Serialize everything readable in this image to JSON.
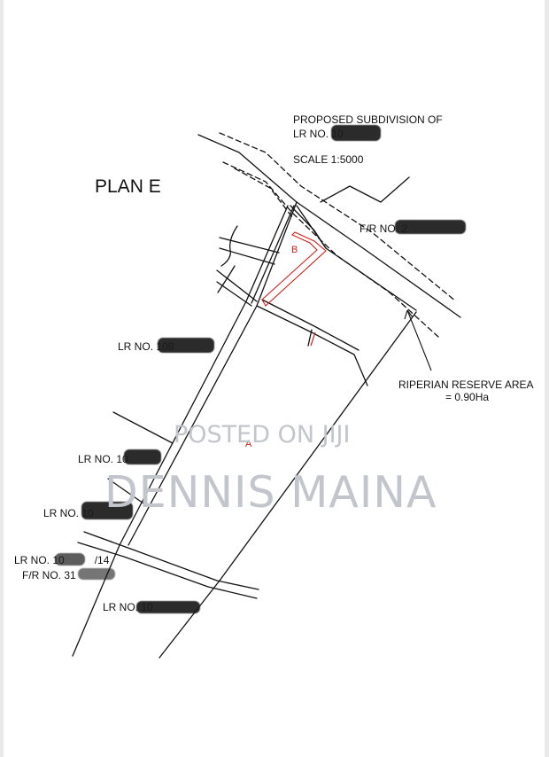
{
  "plan": {
    "title": "PLAN E",
    "header_line1": "PROPOSED SUBDIVISION OF",
    "header_line2": "LR NO. 10",
    "scale": "SCALE 1:5000"
  },
  "labels": {
    "fr_top": "F/R NO. 2",
    "lr_left_1": "LR NO. 108",
    "lr_left_2": "LR NO. 10",
    "lr_left_3": "LR NO. 10",
    "lr_bottom_left": "LR NO. 10",
    "lr_bottom_left_suffix": "/14",
    "fr_bottom": "F/R NO. 31",
    "lr_bottom": "LR NO. 10"
  },
  "riparian": {
    "line1": "RIPERIAN RESERVE AREA",
    "line2": "= 0.90Ha"
  },
  "parcels": {
    "a": "A",
    "b": "B"
  },
  "watermark": {
    "line1": "POSTED ON JIJI",
    "line2": "DENNIS MAINA"
  },
  "colors": {
    "linework": "#111111",
    "parcel_b_outline": "#d0201a",
    "watermark": "#c2c5cb"
  }
}
